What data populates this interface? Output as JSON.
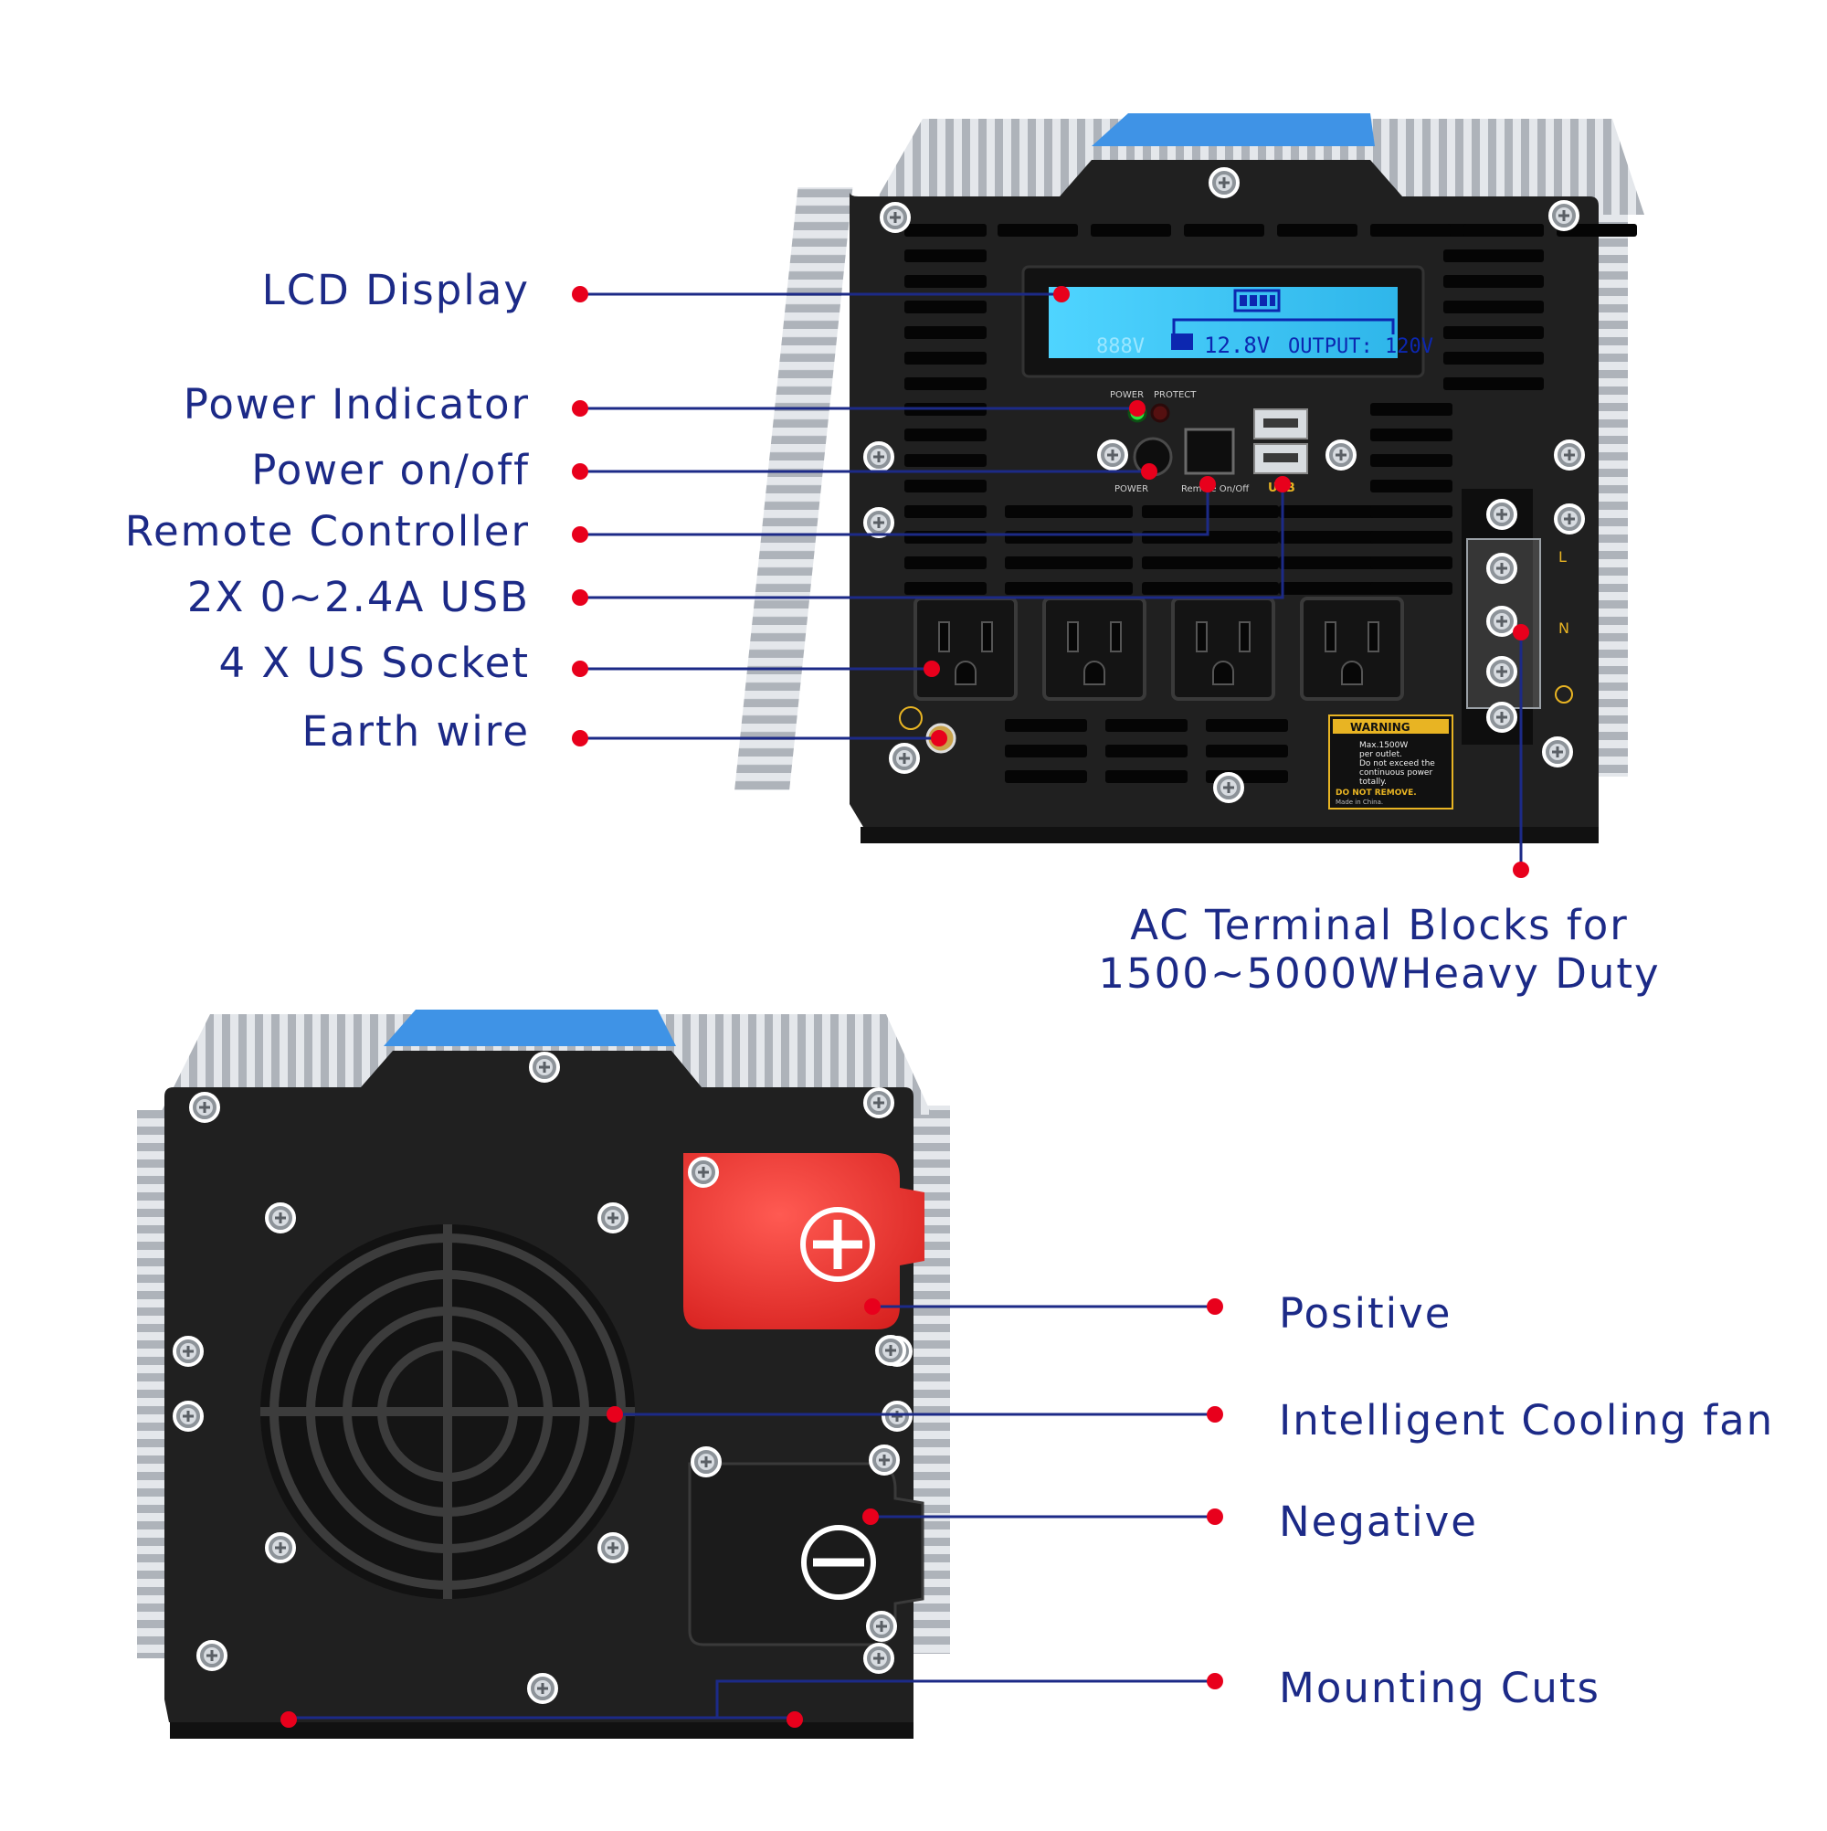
{
  "front_panel": {
    "lcd": {
      "voltage_readout": "12.8V",
      "output_readout": "OUTPUT: 120V",
      "faint_digits": "888V"
    },
    "led_labels": {
      "power": "POWER",
      "protect": "PROTECT"
    },
    "button_label": "POWER",
    "remote_label": "Remote On/Off",
    "usb_label": "USB",
    "terminal_labels": {
      "line": "L",
      "neutral": "N"
    },
    "warning": {
      "title": "WARNING",
      "text_lines": [
        "Max.1500W",
        "per outlet.",
        "Do not exceed the",
        "continuous power",
        "totally."
      ],
      "footer": "DO NOT REMOVE.",
      "made_in": "Made in China."
    }
  },
  "callouts_front": [
    {
      "id": "lcd-display",
      "label": "LCD Display"
    },
    {
      "id": "power-indicator",
      "label": "Power Indicator"
    },
    {
      "id": "power-onoff",
      "label": "Power on/off"
    },
    {
      "id": "remote-controller",
      "label": "Remote Controller"
    },
    {
      "id": "usb",
      "label": "2X 0~2.4A USB"
    },
    {
      "id": "us-socket",
      "label": "4 X US Socket"
    },
    {
      "id": "earth-wire",
      "label": "Earth wire"
    }
  ],
  "callout_terminal": {
    "line1": "AC Terminal Blocks for",
    "line2": "1500~5000WHeavy Duty"
  },
  "callouts_back": [
    {
      "id": "positive",
      "label": "Positive"
    },
    {
      "id": "cooling-fan",
      "label": "Intelligent Cooling fan"
    },
    {
      "id": "negative",
      "label": "Negative"
    },
    {
      "id": "mounting-cuts",
      "label": "Mounting Cuts"
    }
  ],
  "colors": {
    "label_text": "#1c2a87",
    "leader_line": "#1c2a87",
    "marker_dot": "#e8001c",
    "panel": "#202020",
    "heatsink": "#c8ccd2",
    "lcd_screen": "#35c8f2",
    "positive_cap": "#e8302e"
  }
}
